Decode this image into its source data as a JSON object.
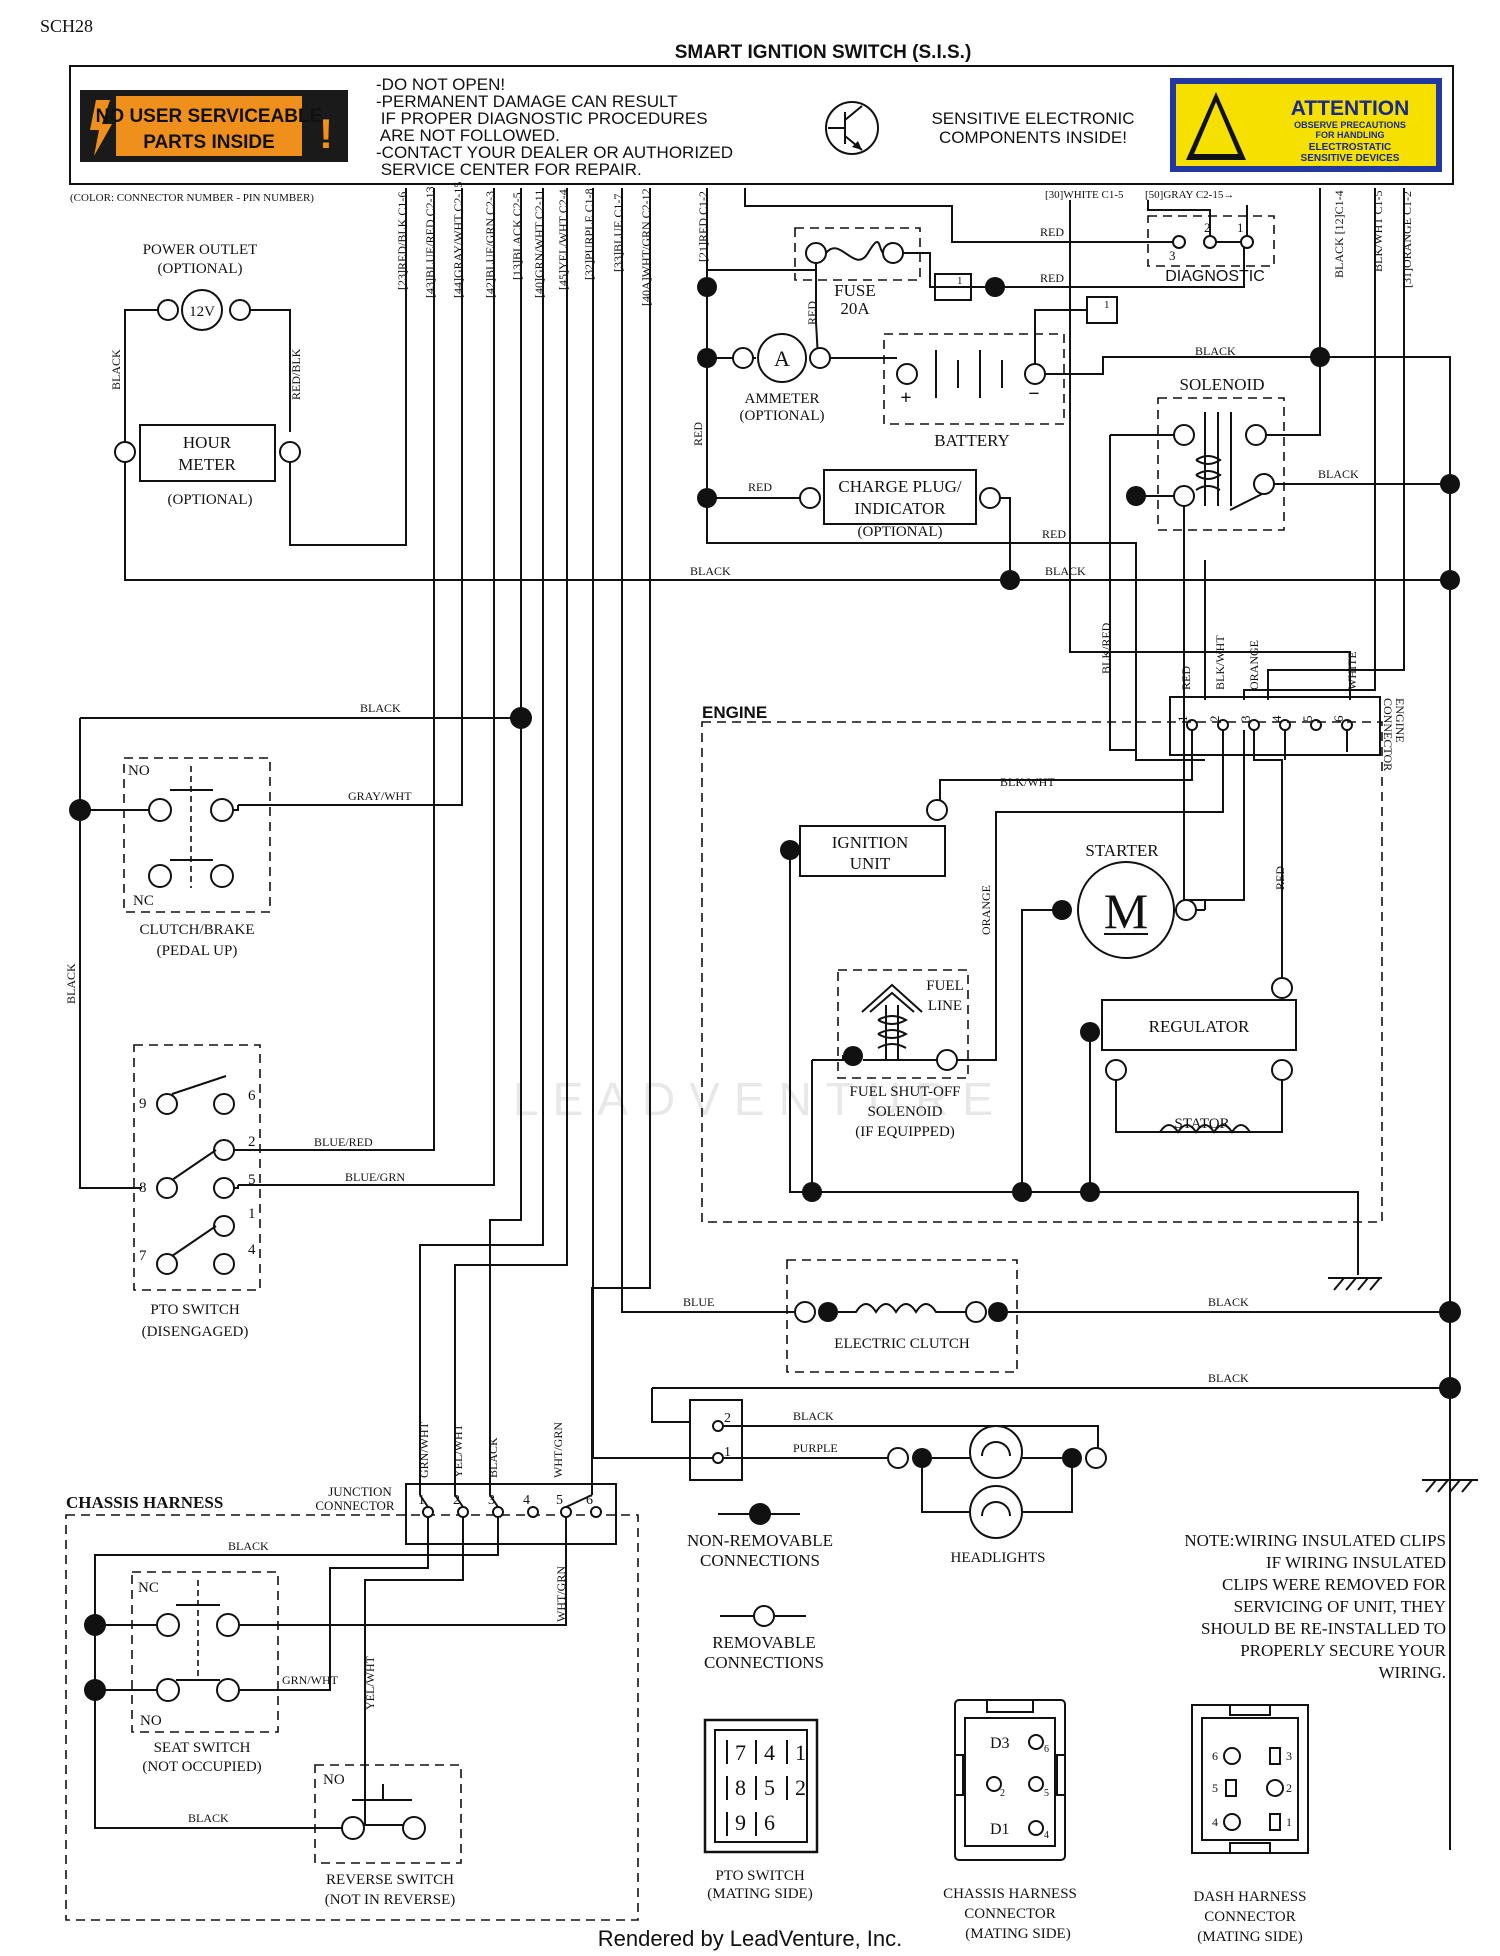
{
  "page": {
    "code": "SCH28",
    "title": "SMART IGNTION SWITCH (S.I.S.)",
    "footer": "Rendered by LeadVenture, Inc.",
    "watermark": "LEADVENTURE",
    "color_note": "(COLOR: CONNECTOR NUMBER - PIN NUMBER)"
  },
  "warning_banner": {
    "left_sign": [
      "NO USER SERVICEABLE",
      "PARTS INSIDE"
    ],
    "notes": [
      "-DO NOT OPEN!",
      "-PERMANENT DAMAGE CAN RESULT",
      " IF PROPER DIAGNOSTIC PROCEDURES",
      " ARE NOT FOLLOWED.",
      "-CONTACT YOUR DEALER OR AUTHORIZED",
      " SERVICE CENTER FOR REPAIR."
    ],
    "sensitive": [
      "SENSITIVE ELECTRONIC",
      "COMPONENTS INSIDE!"
    ],
    "attention": {
      "title": "ATTENTION",
      "lines": [
        "OBSERVE PRECAUTIONS",
        "FOR HANDLING",
        "ELECTROSTATIC",
        "SENSITIVE DEVICES"
      ]
    }
  },
  "module_pins": [
    "[23]RED/BLK C1-6",
    "[43]BLUE/RED C2-13",
    "[44]GRAY/WHT C2-15",
    "[42]BLUE/GRN C2-3",
    "[13]BLACK C2-5",
    "[40]GRN/WHT C2-11",
    "[45]YEL/WHT C2-4",
    "[32]PURPLE C1-8",
    "[33]BLUE C1-7",
    "[40A]WHT/GRN C2-12",
    "[21]RED C1-2",
    "[30]WHITE C1-5",
    "[50]GRAY C2-15→",
    "BLACK [12]C1-4",
    "BLK/WHT C1-5",
    "[31]ORANGE C1-2"
  ],
  "components": {
    "power_outlet": [
      "POWER OUTLET",
      "(OPTIONAL)"
    ],
    "outlet_volts": "12V",
    "hour_meter": [
      "HOUR",
      "METER"
    ],
    "hour_meter_opt": "(OPTIONAL)",
    "fuse": [
      "FUSE",
      "20A"
    ],
    "ammeter": [
      "AMMETER",
      "(OPTIONAL)"
    ],
    "ammeter_symbol": "A",
    "battery": "BATTERY",
    "charge_plug": [
      "CHARGE PLUG/",
      "INDICATOR"
    ],
    "charge_opt": "(OPTIONAL)",
    "diagnostic": "DIAGNOSTIC",
    "diag_pins": [
      "3",
      "2",
      "1"
    ],
    "solenoid": "SOLENOID",
    "engine": "ENGINE",
    "engine_connector": [
      "ENGINE",
      "CONNECTOR"
    ],
    "engine_pins": [
      "1",
      "2",
      "3",
      "4",
      "5",
      "6"
    ],
    "ignition_unit": [
      "IGNITION",
      "UNIT"
    ],
    "starter": "STARTER",
    "motor_symbol": "M",
    "fuel_line": [
      "FUEL",
      "LINE"
    ],
    "fuel_solenoid": [
      "FUEL SHUT-OFF",
      "SOLENOID",
      "(IF EQUIPPED)"
    ],
    "regulator": "REGULATOR",
    "stator": "STATOR",
    "clutch_brake": [
      "CLUTCH/BRAKE",
      "(PEDAL UP)"
    ],
    "pto_switch": [
      "PTO SWITCH",
      "(DISENGAGED)"
    ],
    "pto_pins": [
      "9",
      "6",
      "2",
      "8",
      "5",
      "1",
      "7",
      "4"
    ],
    "electric_clutch": "ELECTRIC CLUTCH",
    "headlights": "HEADLIGHTS",
    "chassis_harness": "CHASSIS HARNESS",
    "junction_connector": [
      "JUNCTION",
      "CONNECTOR"
    ],
    "junction_pins": [
      "1",
      "2",
      "3",
      "4",
      "5",
      "6"
    ],
    "junction_wires": [
      "GRN/WHT",
      "YEL/WHT",
      "BLACK",
      "WHT/GRN"
    ],
    "seat_switch": [
      "SEAT SWITCH",
      "(NOT OCCUPIED)"
    ],
    "reverse_switch": [
      "REVERSE SWITCH",
      "(NOT IN REVERSE)"
    ],
    "headlight_pins": [
      "2",
      "1"
    ],
    "no": "NO",
    "nc": "NC"
  },
  "wire_labels": {
    "black": "BLACK",
    "red": "RED",
    "red_blk": "RED/BLK",
    "gray_wht": "GRAY/WHT",
    "blue_red": "BLUE/RED",
    "blue_grn": "BLUE/GRN",
    "blue": "BLUE",
    "purple": "PURPLE",
    "blk_wht": "BLK/WHT",
    "blk_red": "BLK/RED",
    "orange": "ORANGE",
    "white": "WHITE",
    "grn_wht": "GRN/WHT",
    "wht_grn": "WHT/GRN",
    "yel_wht": "YEL/WHT"
  },
  "legend": {
    "non_removable": [
      "NON-REMOVABLE",
      "CONNECTIONS"
    ],
    "removable": [
      "REMOVABLE",
      "CONNECTIONS"
    ]
  },
  "note": [
    "NOTE:WIRING INSULATED CLIPS",
    "IF WIRING INSULATED",
    "CLIPS WERE REMOVED FOR",
    "SERVICING OF UNIT, THEY",
    "SHOULD BE RE-INSTALLED TO",
    "PROPERLY SECURE YOUR",
    "WIRING."
  ],
  "mating": {
    "pto": [
      "PTO SWITCH",
      "(MATING SIDE)"
    ],
    "pto_pins": [
      "7",
      "4",
      "1",
      "8",
      "5",
      "2",
      "9",
      "6"
    ],
    "chassis": [
      "CHASSIS HARNESS",
      "CONNECTOR",
      "(MATING SIDE)"
    ],
    "chassis_pins": [
      "D3",
      "6",
      "2",
      "5",
      "D1",
      "4"
    ],
    "dash": [
      "DASH HARNESS",
      "CONNECTOR",
      "(MATING SIDE)"
    ],
    "dash_pins": [
      "6",
      "3",
      "5",
      "2",
      "4",
      "1"
    ]
  }
}
